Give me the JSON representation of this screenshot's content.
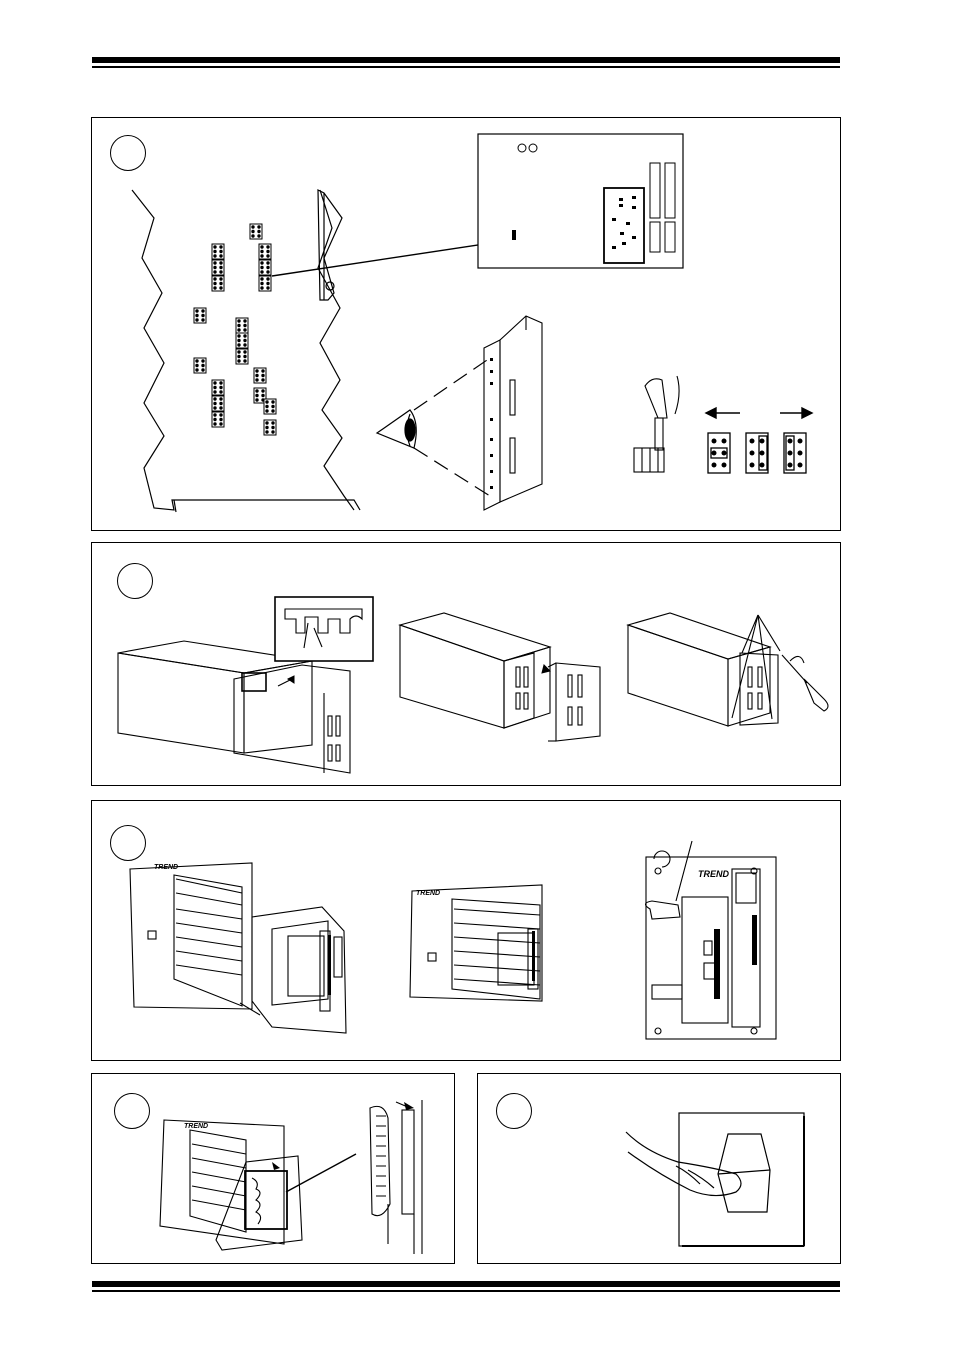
{
  "header": {
    "style": "double-rule"
  },
  "footer": {
    "style": "double-rule"
  },
  "brand": {
    "logo_text": "TREND"
  },
  "panels": [
    {
      "id": "step-1",
      "illustration": "jumper-link-settings"
    },
    {
      "id": "step-2",
      "illustration": "case-assembly"
    },
    {
      "id": "step-3",
      "illustration": "mounting-on-backplate"
    },
    {
      "id": "step-4",
      "illustration": "ribbon-cable-connection"
    },
    {
      "id": "step-5",
      "illustration": "power-switch-on"
    }
  ],
  "colors": {
    "ink": "#000000",
    "paper": "#ffffff"
  }
}
